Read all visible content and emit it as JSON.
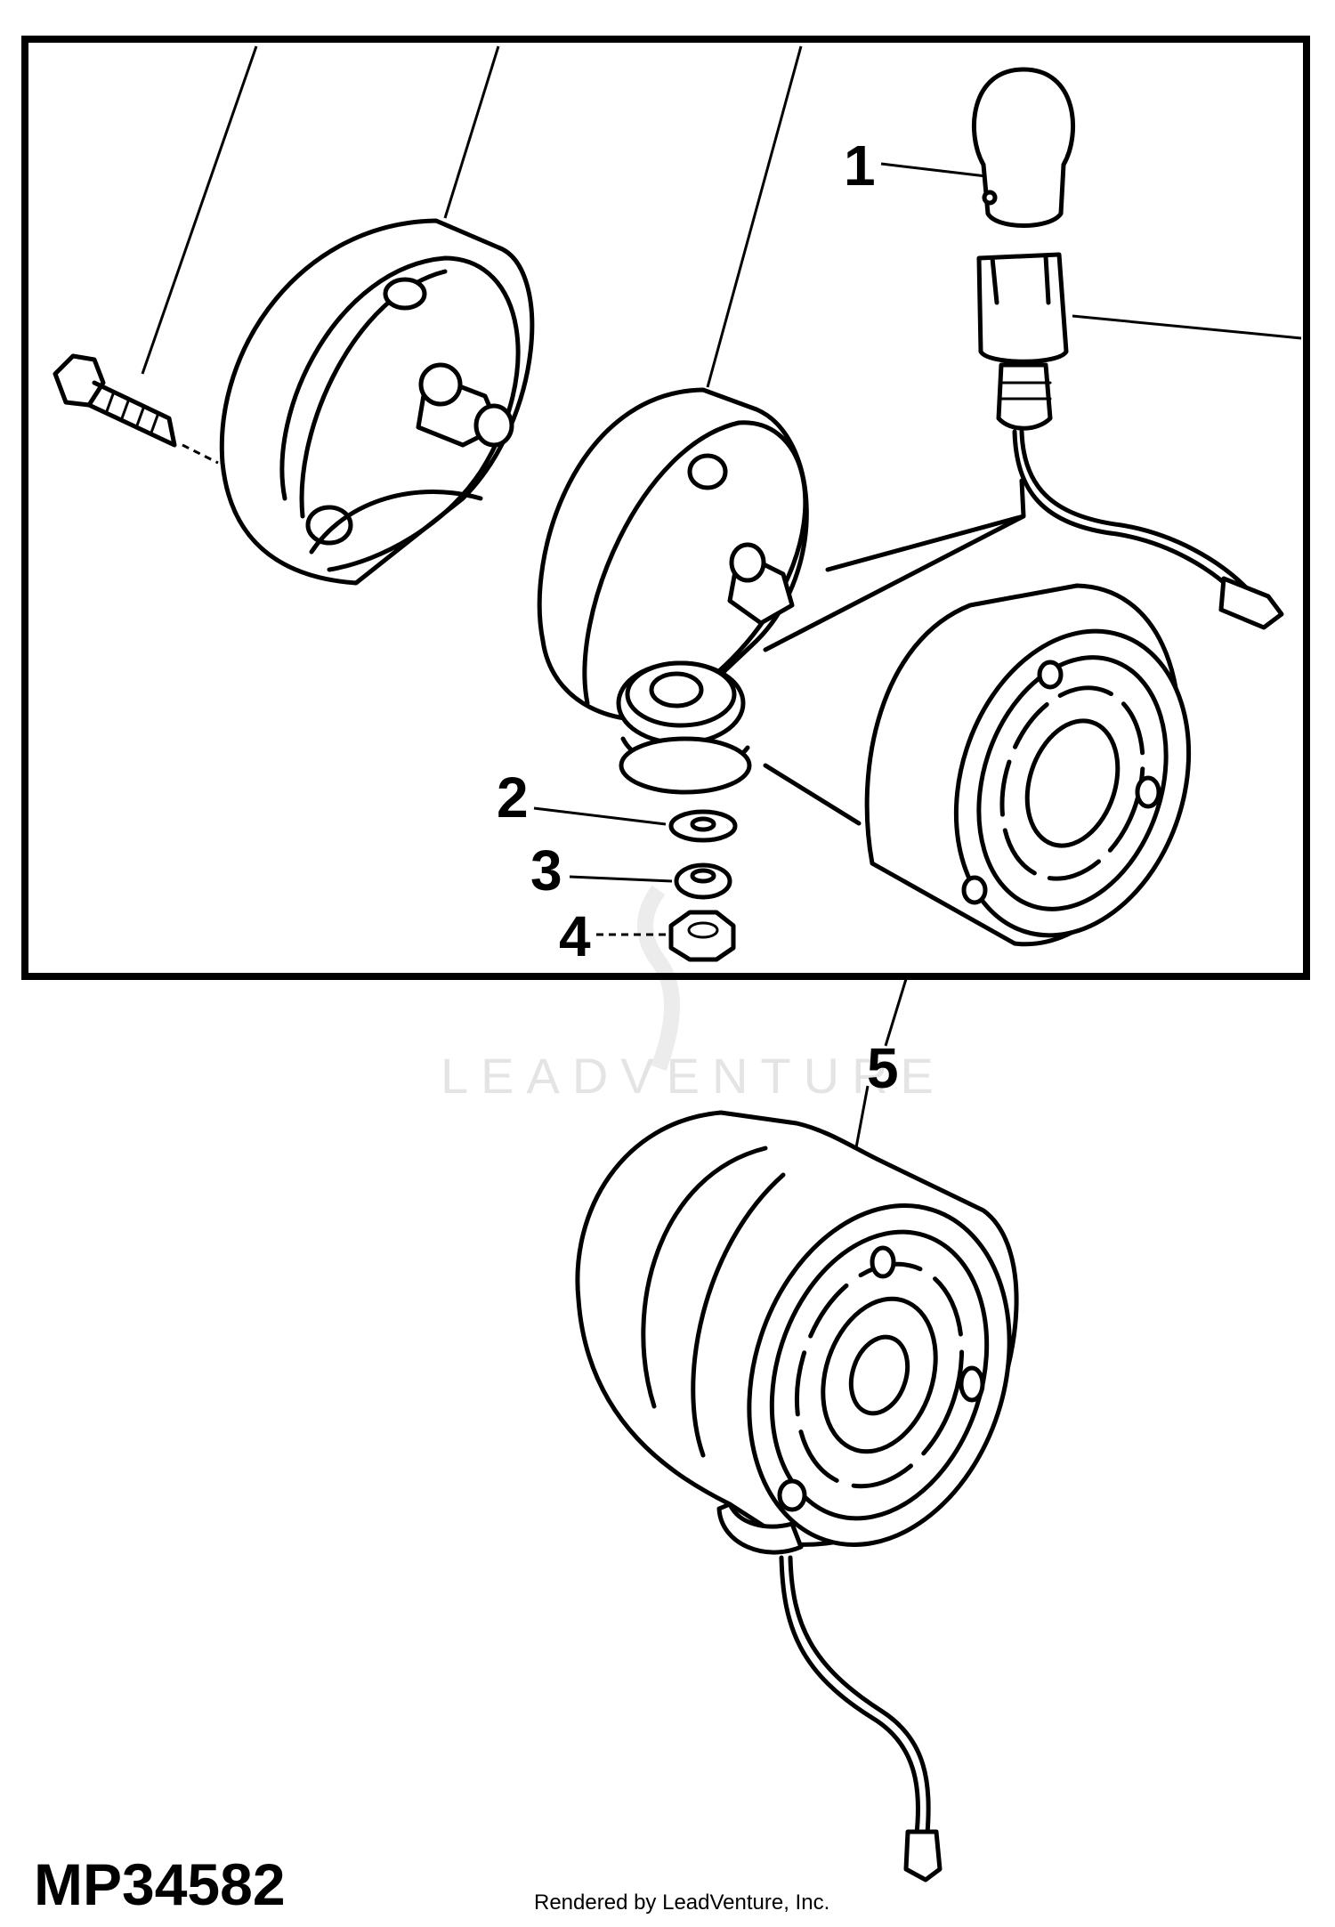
{
  "diagram": {
    "figure_id": "MP34582",
    "credit": "Rendered by LeadVenture, Inc.",
    "watermark": "LEADVENTURE",
    "callouts": [
      {
        "label": "1"
      },
      {
        "label": "2"
      },
      {
        "label": "3"
      },
      {
        "label": "4"
      },
      {
        "label": "5"
      }
    ]
  }
}
